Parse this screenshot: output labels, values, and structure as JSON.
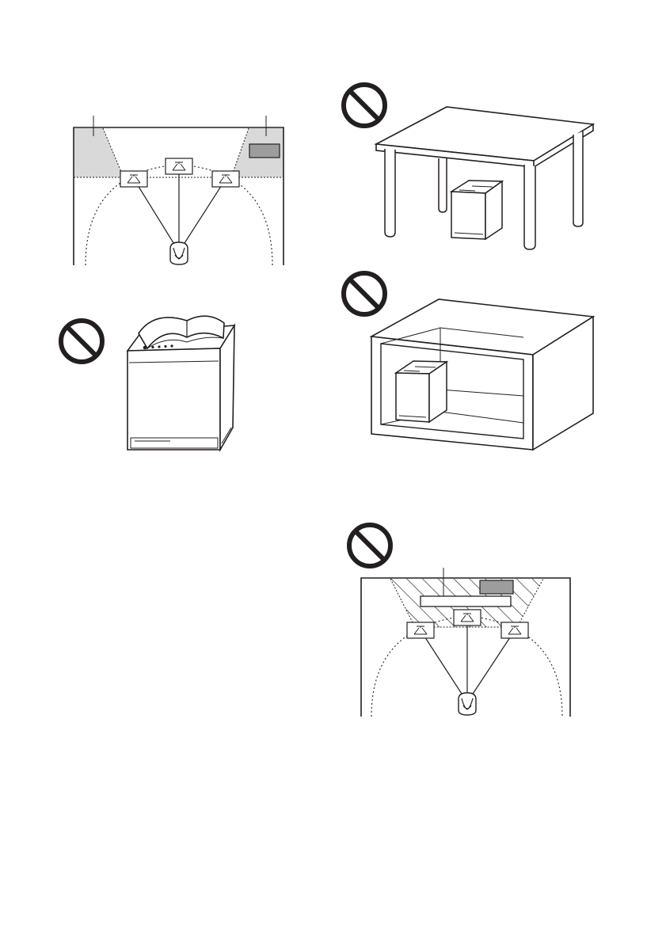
{
  "page": {
    "background": "#ffffff",
    "line_color": "#231f20",
    "placement_area_fill": "#d9d9d9",
    "device_fill": "#9d9d9d",
    "prohibited_icon": "prohibited-icon"
  },
  "figures": [
    {
      "id": "recommended-placement-diagram",
      "kind": "room-layout"
    },
    {
      "id": "subwoofer-covered-by-book",
      "kind": "prohibited",
      "icon": "prohibited-icon"
    },
    {
      "id": "subwoofer-under-table",
      "kind": "prohibited",
      "icon": "prohibited-icon"
    },
    {
      "id": "subwoofer-in-shelf",
      "kind": "prohibited",
      "icon": "prohibited-icon"
    },
    {
      "id": "prohibited-placement-diagram",
      "kind": "prohibited",
      "icon": "prohibited-icon"
    }
  ]
}
